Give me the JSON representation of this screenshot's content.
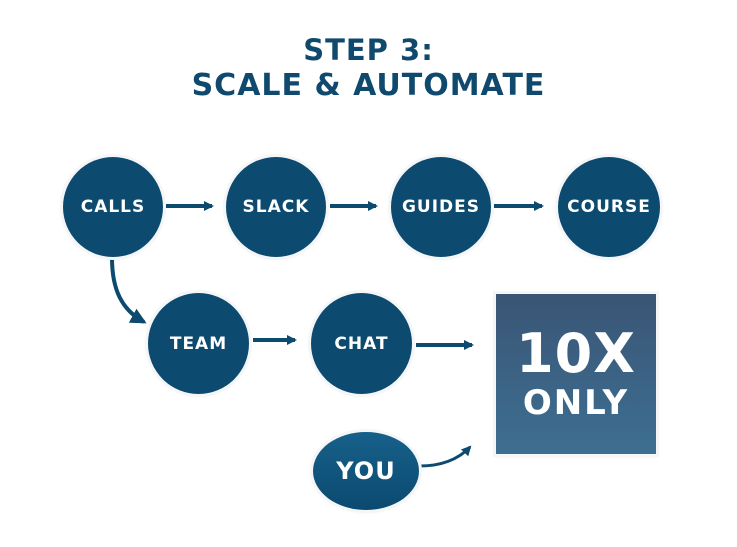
{
  "title": {
    "line1": "STEP 3:",
    "line2": "SCALE & AUTOMATE"
  },
  "nodes": {
    "calls": "CALLS",
    "slack": "SLACK",
    "guides": "GUIDES",
    "course": "COURSE",
    "team": "TEAM",
    "chat": "CHAT",
    "you": "YOU"
  },
  "result_box": {
    "line1": "10X",
    "line2": "ONLY"
  },
  "colors": {
    "primary": "#0d4a6f",
    "title": "#0f4a6e",
    "box_top": "#3a5575",
    "box_bottom": "#3d6f92"
  },
  "edges": [
    [
      "CALLS",
      "SLACK"
    ],
    [
      "SLACK",
      "GUIDES"
    ],
    [
      "GUIDES",
      "COURSE"
    ],
    [
      "CALLS",
      "TEAM"
    ],
    [
      "TEAM",
      "CHAT"
    ],
    [
      "CHAT",
      "10X ONLY"
    ],
    [
      "YOU",
      "10X ONLY"
    ]
  ]
}
